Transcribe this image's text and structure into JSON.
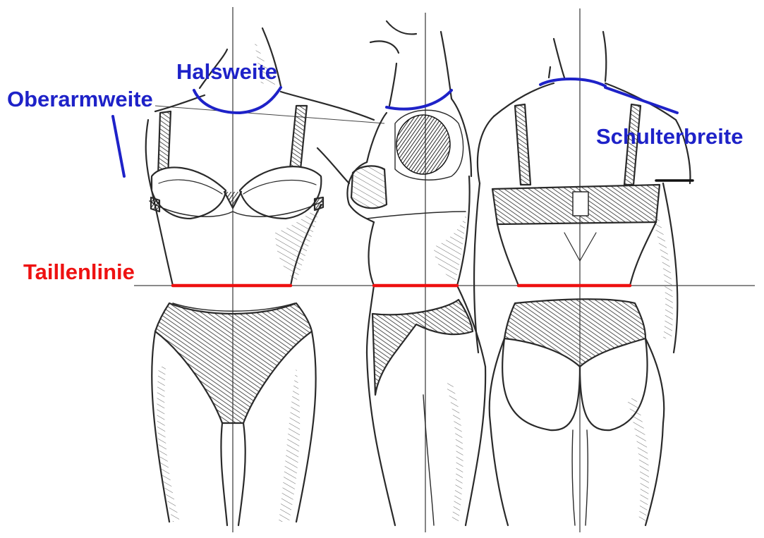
{
  "labels": {
    "halsweite": "Halsweite",
    "oberarmweite": "Oberarmweite",
    "schulterbreite": "Schulterbreite",
    "taillenlinie": "Taillenlinie"
  },
  "colors": {
    "measure_blue": "#1e22c8",
    "waist_red": "#ee1111",
    "sketch": "#2a2a2a",
    "guide": "#444444"
  },
  "figures": [
    "front-view",
    "side-view",
    "back-view"
  ]
}
